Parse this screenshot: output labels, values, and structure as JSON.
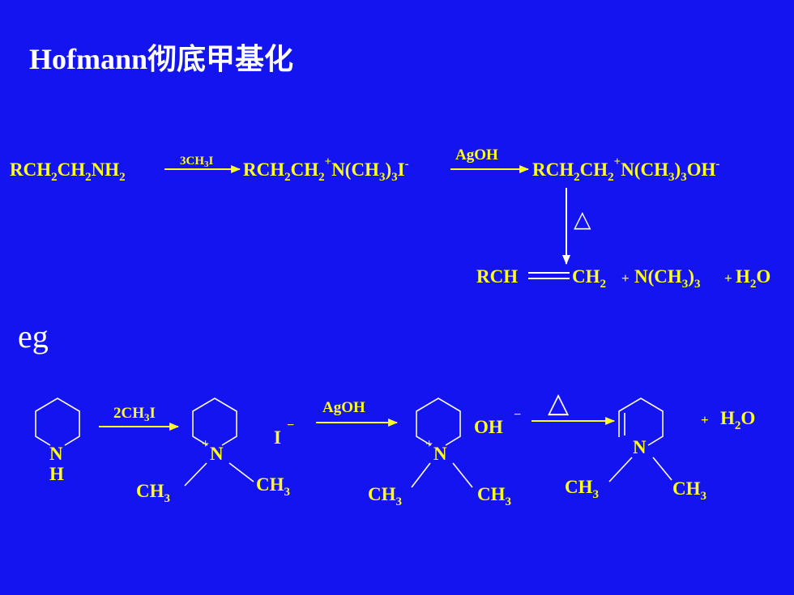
{
  "slide": {
    "title": "Hofmann彻底甲基化",
    "eg_label": "eg"
  },
  "colors": {
    "background": "#1414F0",
    "title_text": "#FFFFFF",
    "chemistry": "#FFFF22",
    "bond_lines": "#FFFFFF"
  },
  "reaction1": {
    "reactant": {
      "t1": "RCH",
      "s1": "2",
      "t2": "CH",
      "s2": "2",
      "t3": "NH",
      "s3": "2"
    },
    "reagent1": {
      "t1": "3CH",
      "s1": "3",
      "t2": "I"
    },
    "intermediate1": {
      "t1": "RCH",
      "s1": "2",
      "t2": "CH",
      "s2": "2",
      "sup1": "+",
      "t3": "N(CH",
      "s3": "3",
      "t4": ")",
      "s4": "3",
      "t5": "I",
      "sup2": "-"
    },
    "reagent2": "AgOH",
    "intermediate2": {
      "t1": "RCH",
      "s1": "2",
      "t2": "CH",
      "s2": "2",
      "sup1": "+",
      "t3": "N(CH",
      "s3": "3",
      "t4": ")",
      "s4": "3",
      "t5": "OH",
      "sup2": "-"
    },
    "heat_symbol": "△",
    "products": {
      "p1": "RCH",
      "p2": "CH",
      "p2s": "2",
      "plus1": "+",
      "p3": "N(CH",
      "p3s1": "3",
      "p3b": ")",
      "p3s2": "3",
      "plus2": "+",
      "p4": "H",
      "p4s": "2",
      "p4b": "O"
    }
  },
  "reaction2": {
    "step1": {
      "n": "N",
      "h": "H"
    },
    "reagent1": {
      "t1": "2CH",
      "s1": "3",
      "t2": "I"
    },
    "step2": {
      "plus": "+",
      "n": "N",
      "me1": "CH",
      "me1s": "3",
      "me2": "CH",
      "me2s": "3",
      "anion": "I",
      "anion_charge": "−"
    },
    "reagent2": "AgOH",
    "step3": {
      "plus": "+",
      "n": "N",
      "me1": "CH",
      "me1s": "3",
      "me2": "CH",
      "me2s": "3",
      "anion": "OH",
      "anion_charge": "−"
    },
    "heat_symbol": "△",
    "step4": {
      "n": "N",
      "me1": "CH",
      "me1s": "3",
      "me2": "CH",
      "me2s": "3"
    },
    "byproduct": {
      "plus": "+",
      "t1": "H",
      "s1": "2",
      "t2": "O"
    }
  }
}
